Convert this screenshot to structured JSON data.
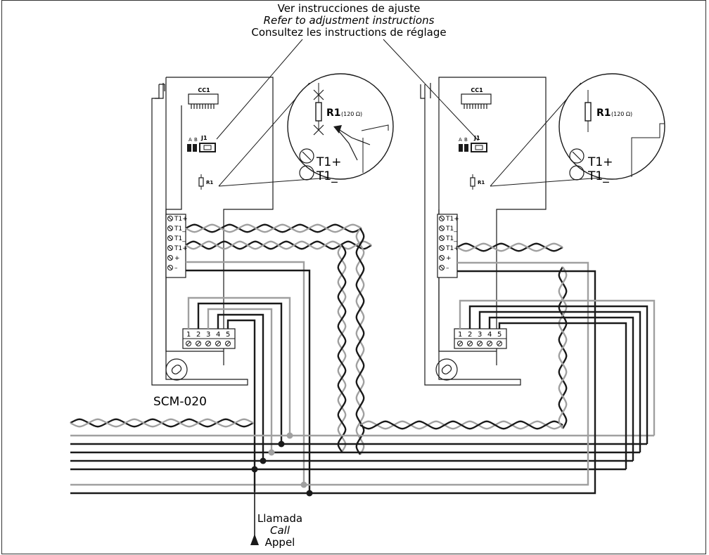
{
  "colors": {
    "line": "#1a1a1a",
    "grey_wire": "#a0a0a0",
    "black_wire": "#1a1a1a",
    "background": "#ffffff"
  },
  "header": {
    "line_es": "Ver instrucciones de ajuste",
    "line_en": "Refer to adjustment instructions",
    "line_fr": "Consultez les instructions de réglage"
  },
  "modules": [
    {
      "board_label": "CC1",
      "jumper_label": "J1",
      "jumper_a": "A",
      "jumper_b": "B",
      "resistor_label": "R1",
      "zoom_resistor": "R1",
      "zoom_value": "(120 Ω)",
      "zoom_t1_plus": "T1+",
      "zoom_t1_minus": "T1_",
      "terminals_left": [
        "T1+",
        "T1_",
        "T1_",
        "T1+",
        "+",
        "–"
      ],
      "terminals_bottom": [
        "1",
        "2",
        "3",
        "4",
        "5"
      ],
      "name": "SCM-020"
    },
    {
      "board_label": "CC1",
      "jumper_label": "J1",
      "jumper_a": "A",
      "jumper_b": "B",
      "resistor_label": "R1",
      "zoom_resistor": "R1",
      "zoom_value": "(120 Ω)",
      "zoom_t1_plus": "T1+",
      "zoom_t1_minus": "T1_",
      "terminals_left": [
        "T1+",
        "T1_",
        "T1_",
        "T1+",
        "+",
        "–"
      ],
      "terminals_bottom": [
        "1",
        "2",
        "3",
        "4",
        "5"
      ]
    }
  ],
  "call": {
    "es": "Llamada",
    "en": "Call",
    "fr": "Appel"
  }
}
